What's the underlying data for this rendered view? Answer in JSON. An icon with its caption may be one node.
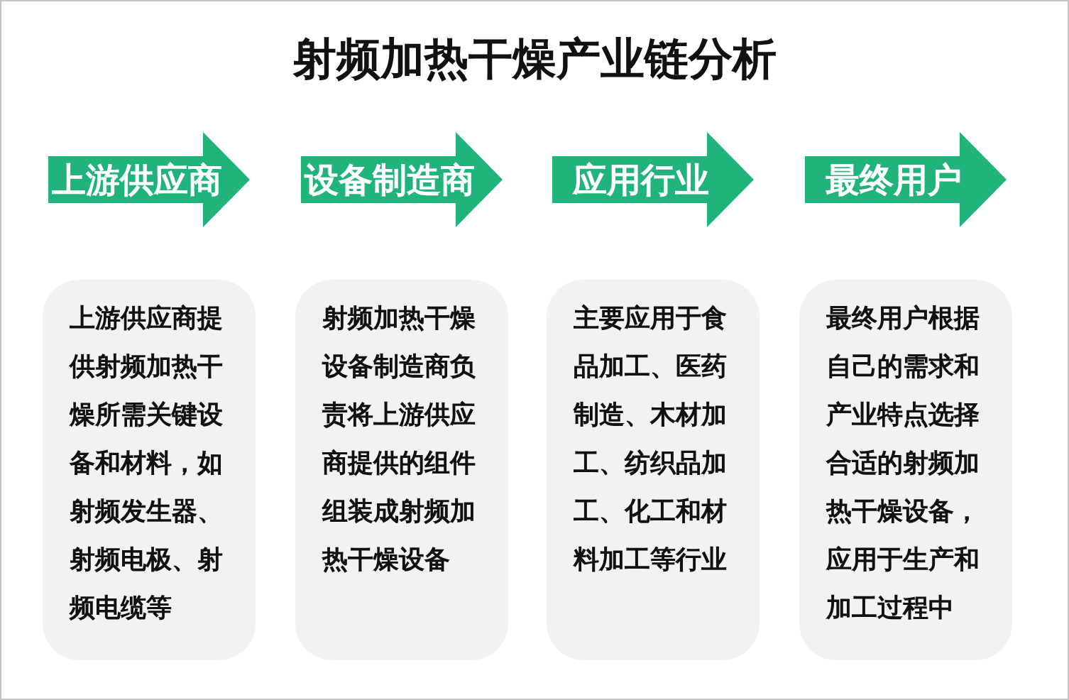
{
  "diagram": {
    "title": "射频加热干燥产业链分析",
    "nodes": [
      {
        "text": [
          "上游供应商"
        ]
      },
      {
        "text": [
          "设备制造商"
        ]
      },
      {
        "text": [
          "应用行业"
        ]
      },
      {
        "text": [
          "最终用户"
        ]
      },
      {
        "text": [
          "上游供应商提供射频加热干燥所需关键设备和材料，如射频发生器、射频电极、射频电缆等"
        ]
      },
      {
        "text": [
          "射频加热干燥设备制造商负责将上游供应商提供的组件组装成射频加热干燥设备"
        ]
      },
      {
        "text": [
          "主要应用于食品加工、医药制造、木材加工、纺织品加工、化工和材料加工等行业"
        ]
      },
      {
        "text": [
          "最终用户根据自己的需求和产业特点选择合适的射频加热干燥设备，应用于生产和加工过程中"
        ]
      }
    ]
  }
}
